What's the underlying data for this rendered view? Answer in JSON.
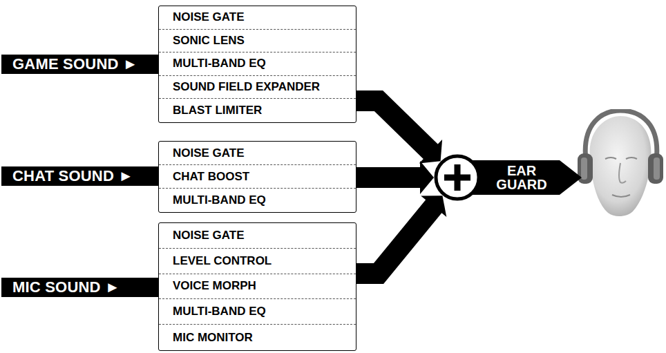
{
  "diagram": {
    "nodes": [
      {
        "text": [
          "GAME SOUND ►"
        ]
      },
      {
        "text": [
          "NOISE GATE",
          "SONIC LENS",
          "MULTI-BAND EQ",
          "SOUND FIELD EXPANDER",
          "BLAST LIMITER"
        ]
      },
      {
        "text": [
          "CHAT SOUND ►"
        ]
      },
      {
        "text": [
          "NOISE GATE",
          "CHAT BOOST",
          "MULTI-BAND EQ"
        ]
      },
      {
        "text": [
          "MIC SOUND ►"
        ]
      },
      {
        "text": [
          "NOISE GATE",
          "LEVEL CONTROL",
          "VOICE MORPH",
          "MULTI-BAND EQ",
          "MIC MONITOR"
        ]
      },
      {
        "text": [
          "EAR GUARD"
        ]
      }
    ],
    "edges": [
      {
        "from": 1,
        "to": 6,
        "arrow": "to"
      },
      {
        "from": 3,
        "to": 6,
        "arrow": "to"
      },
      {
        "from": 5,
        "to": 6,
        "arrow": "to"
      }
    ]
  }
}
